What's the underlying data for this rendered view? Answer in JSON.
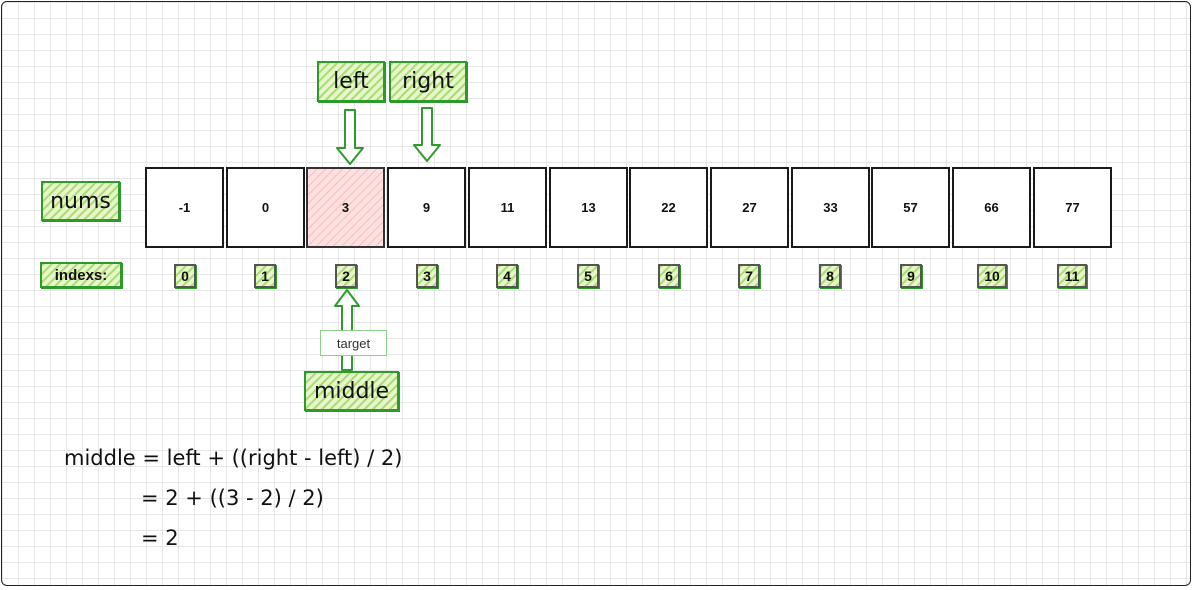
{
  "labels": {
    "nums": "nums",
    "indexs": "indexs:",
    "left": "left",
    "right": "right",
    "middle": "middle",
    "target": "target"
  },
  "nums": [
    "-1",
    "0",
    "3",
    "9",
    "11",
    "13",
    "22",
    "27",
    "33",
    "57",
    "66",
    "77"
  ],
  "indexes": [
    "0",
    "1",
    "2",
    "3",
    "4",
    "5",
    "6",
    "7",
    "8",
    "9",
    "10",
    "11"
  ],
  "highlight_index": 2,
  "formula": {
    "line1": "middle = left + ((right - left) / 2)",
    "line2": "= 2 + ((3 - 2) / 2)",
    "line3": "= 2"
  },
  "colors": {
    "accent_green": "#2f9a2c",
    "highlight_red": "#fde1e1"
  }
}
